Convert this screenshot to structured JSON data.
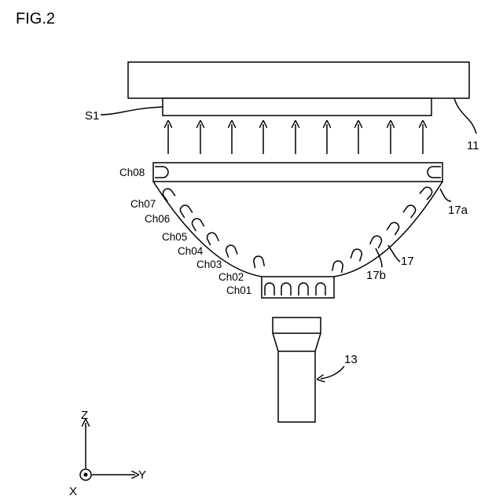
{
  "figure_title": "FIG.2",
  "labels": {
    "substrate": "S1",
    "stage": "11",
    "light_source": "13",
    "support_ring": "17a",
    "housing": "17",
    "lamp": "17b"
  },
  "channels": [
    "Ch01",
    "Ch02",
    "Ch03",
    "Ch04",
    "Ch05",
    "Ch06",
    "Ch07",
    "Ch08"
  ],
  "axes": {
    "z": "Z",
    "y": "Y",
    "x": "X"
  }
}
